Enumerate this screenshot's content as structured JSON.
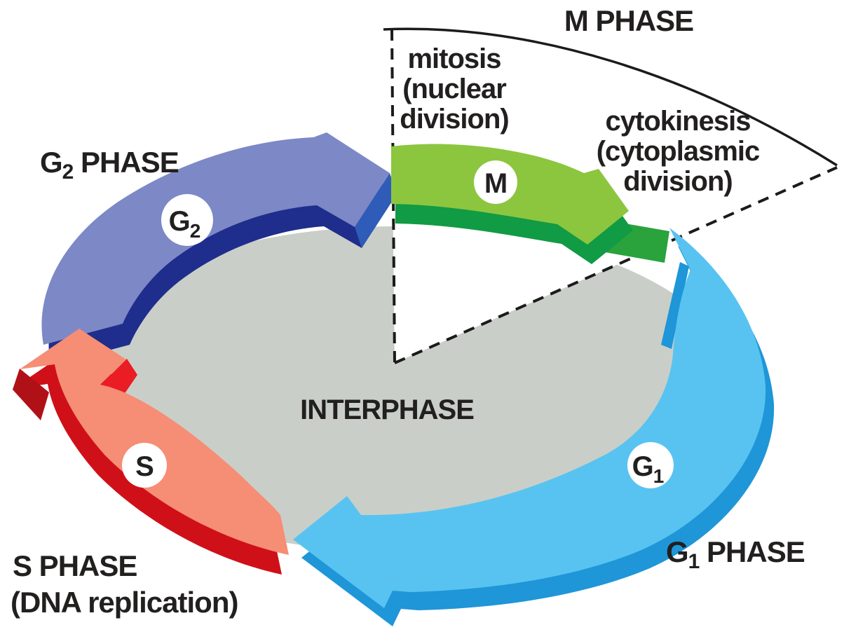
{
  "diagram": {
    "title_region": {
      "m_phase_label": "M PHASE",
      "mitosis_lines": [
        "mitosis",
        "(nuclear",
        "division)"
      ],
      "cytokinesis_lines": [
        "cytokinesis",
        "(cytoplasmic",
        "division)"
      ]
    },
    "phase_labels": {
      "g2": {
        "base": "G",
        "sub": "2",
        "rest": " PHASE"
      },
      "g1": {
        "base": "G",
        "sub": "1",
        "rest": " PHASE"
      },
      "s_lines": [
        "S PHASE",
        "(DNA replication)"
      ],
      "interphase": "INTERPHASE"
    },
    "badges": {
      "g2": {
        "base": "G",
        "sub": "2"
      },
      "m": {
        "base": "M"
      },
      "s": {
        "base": "S"
      },
      "g1": {
        "base": "G",
        "sub": "1"
      }
    }
  },
  "colors": {
    "g2_light": "#7d88c6",
    "g2_dark": "#1f2d8c",
    "g2_face": "#2e5cb8",
    "m_light": "#8cc63f",
    "m_dark": "#109b44",
    "m_face": "#2aa33c",
    "g1_light": "#58c3f1",
    "g1_dark": "#1e96d8",
    "s_light": "#f68d75",
    "s_dark": "#cf1019",
    "s_barb_bright": "#ea1c24",
    "s_barb_dark": "#b01117",
    "interphase_fill": "#c9cfc8",
    "line": "#1b1b1b",
    "text": "#221f1f",
    "badge_bg": "#ffffff"
  }
}
